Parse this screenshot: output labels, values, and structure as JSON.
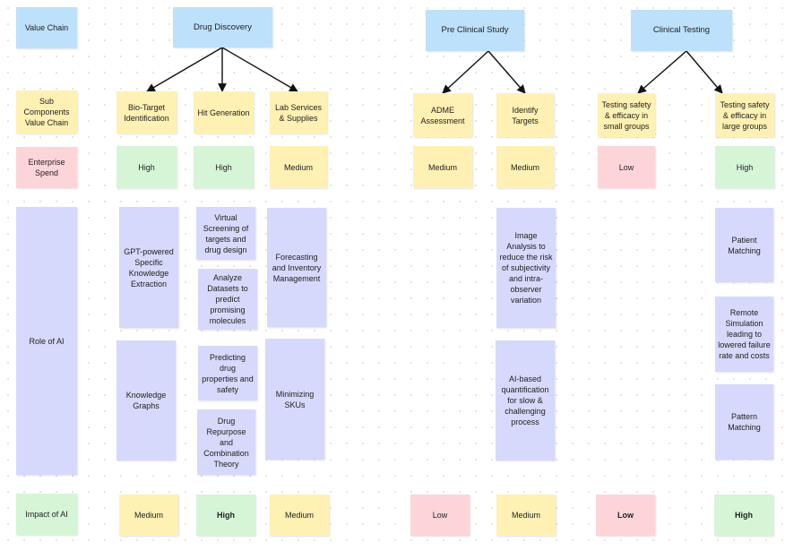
{
  "rows": {
    "value_chain": "Value Chain",
    "sub_components": "Sub Components Value Chain",
    "enterprise_spend": "Enterprise Spend",
    "role_of_ai": "Role of AI",
    "impact_of_ai": "Impact of AI"
  },
  "stages": {
    "drug_discovery": "Drug Discovery",
    "pre_clinical": "Pre Clinical Study",
    "clinical_testing": "Clinical Testing"
  },
  "sub": {
    "bio_target": "Bio-Target Identification",
    "hit_generation": "Hit Generation",
    "lab_services": "Lab Services & Supplies",
    "adme": "ADME Assessment",
    "identify_targets": "Identify Targets",
    "small_groups": "Testing safety & efficacy in small groups",
    "large_groups": "Testing safety & efficacy in large groups"
  },
  "spend": {
    "bio_target": "High",
    "hit_generation": "High",
    "lab_services": "Medium",
    "adme": "Medium",
    "identify_targets": "Medium",
    "small_groups": "Low",
    "large_groups": "High"
  },
  "role": {
    "gpt_extraction": "GPT-powered Specific Knowledge Extraction",
    "knowledge_graphs": "Knowledge Graphs",
    "virtual_screening": "Virtual Screening of targets and drug design",
    "analyze_datasets": "Analyze Datasets to predict promising molecules",
    "predicting_drug": "Predicting drug properties and safety",
    "drug_repurpose": "Drug Repurpose and Combination Theory",
    "forecasting": "Forecasting and Inventory Management",
    "minimizing_skus": "Minimizing SKUs",
    "image_analysis": "Image Analysis to reduce the risk of subjectivity and intra-observer variation",
    "ai_quantification": "AI-based quantification for slow & challenging process",
    "patient_matching": "Patient Matching",
    "remote_simulation": "Remote Simulation leading to lowered failure rate and costs",
    "pattern_matching": "Pattern Matching"
  },
  "impact": {
    "bio_target": "Medium",
    "hit_generation": "High",
    "lab_services": "Medium",
    "adme": "Low",
    "identify_targets": "Medium",
    "small_groups": "Low",
    "large_groups": "High"
  }
}
